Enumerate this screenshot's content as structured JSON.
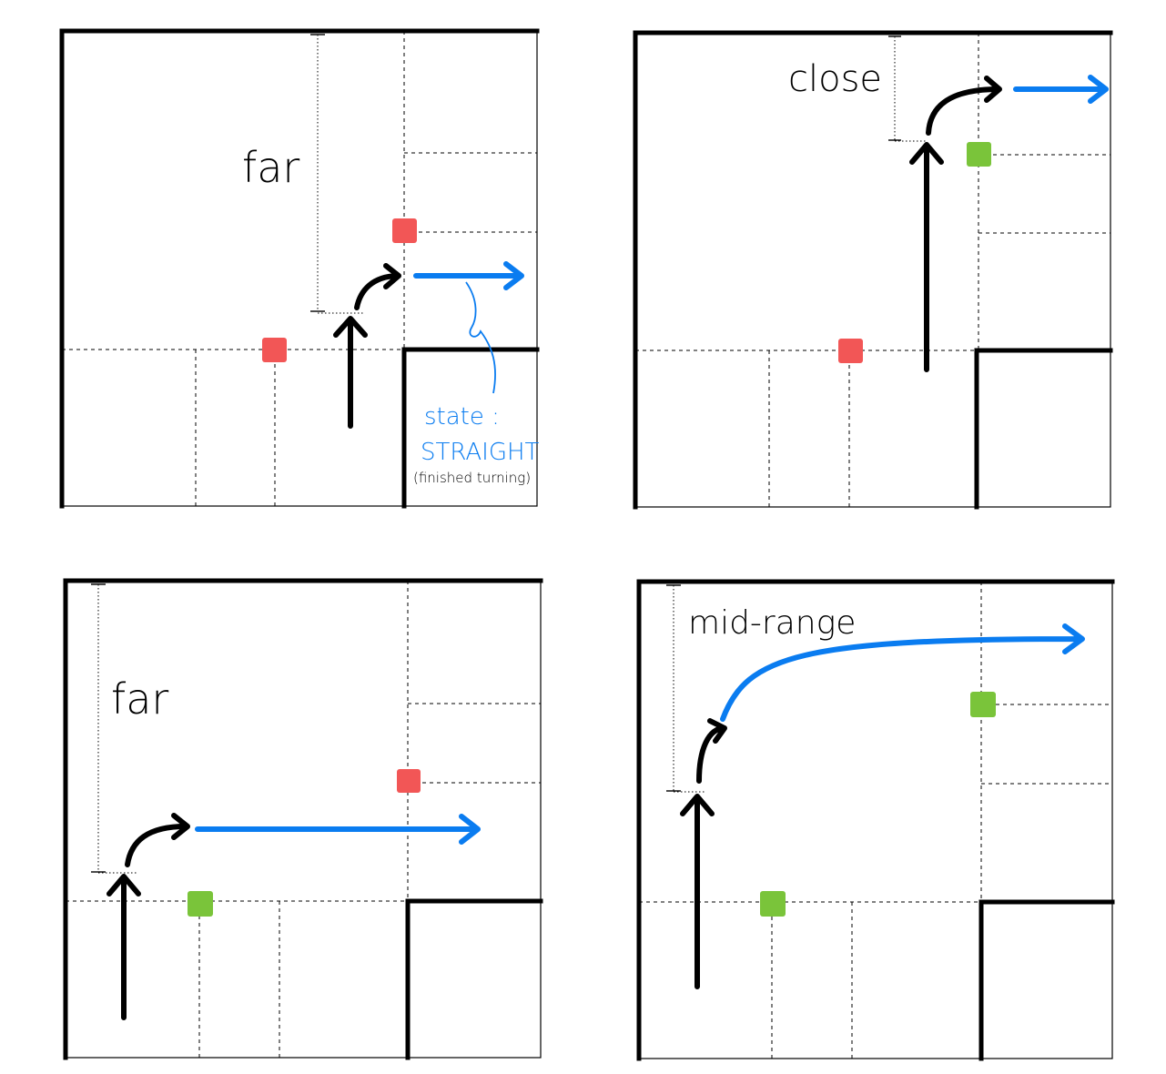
{
  "colors": {
    "robot_path": "#000000",
    "planned_path": "#0a7cf0",
    "marker_red": "#f25656",
    "marker_green": "#7ac43a",
    "annotation_blue": "#0a7cf0"
  },
  "panels": [
    {
      "id": "top-left",
      "distance_label": "far",
      "state_label": "state :",
      "state_value": "STRAIGHT",
      "state_note": "(finished turning)",
      "markers": [
        "red",
        "red"
      ]
    },
    {
      "id": "top-right",
      "distance_label": "close",
      "markers": [
        "green",
        "red"
      ]
    },
    {
      "id": "bottom-left",
      "distance_label": "far",
      "markers": [
        "red",
        "green"
      ]
    },
    {
      "id": "bottom-right",
      "distance_label": "mid-range",
      "markers": [
        "green",
        "green"
      ]
    }
  ]
}
